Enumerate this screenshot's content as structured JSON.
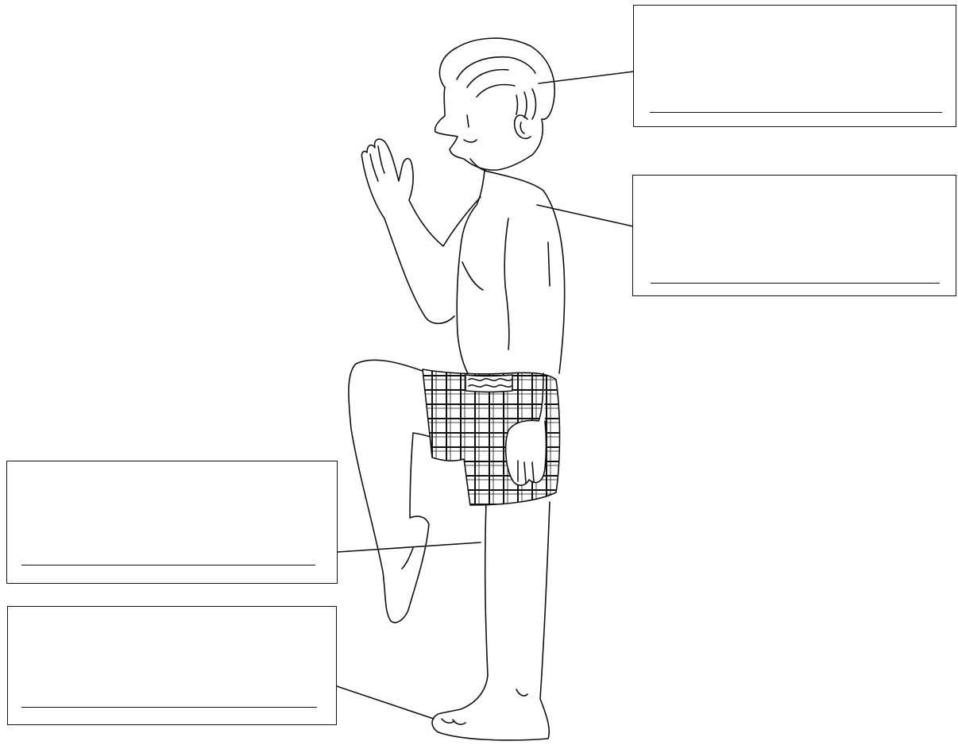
{
  "worksheet": {
    "label_boxes": [
      {
        "id": "head",
        "answer": ""
      },
      {
        "id": "chest",
        "answer": ""
      },
      {
        "id": "leg",
        "answer": ""
      },
      {
        "id": "foot",
        "answer": ""
      }
    ]
  }
}
